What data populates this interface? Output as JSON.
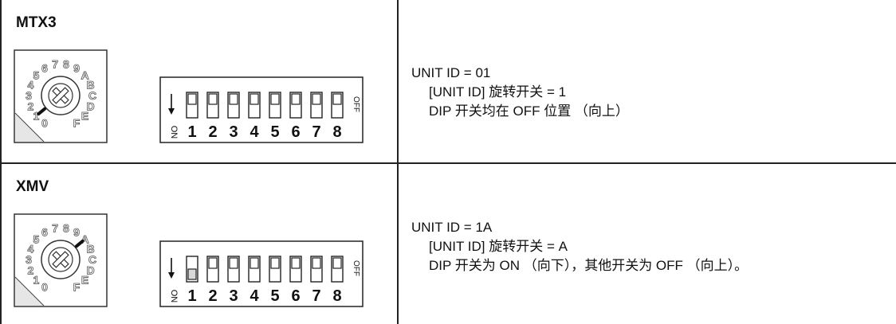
{
  "rows": [
    {
      "device": "MTX3",
      "rotary": {
        "dial_digits": [
          "0",
          "1",
          "2",
          "3",
          "4",
          "5",
          "6",
          "7",
          "8",
          "9",
          "A",
          "B",
          "C",
          "D",
          "E",
          "F"
        ],
        "selected": "1"
      },
      "dip": {
        "numbers": [
          "1",
          "2",
          "3",
          "4",
          "5",
          "6",
          "7",
          "8"
        ],
        "on_label": "ON",
        "off_label": "OFF",
        "switches_on": [
          false,
          false,
          false,
          false,
          false,
          false,
          false,
          false
        ]
      },
      "unit_id_line": "UNIT ID = 01",
      "rotary_line": "[UNIT ID] 旋转开关 = 1",
      "dip_line": "DIP 开关均在 OFF 位置 （向上）"
    },
    {
      "device": "XMV",
      "rotary": {
        "dial_digits": [
          "0",
          "1",
          "2",
          "3",
          "4",
          "5",
          "6",
          "7",
          "8",
          "9",
          "A",
          "B",
          "C",
          "D",
          "E",
          "F"
        ],
        "selected": "A"
      },
      "dip": {
        "numbers": [
          "1",
          "2",
          "3",
          "4",
          "5",
          "6",
          "7",
          "8"
        ],
        "on_label": "ON",
        "off_label": "OFF",
        "switches_on": [
          true,
          false,
          false,
          false,
          false,
          false,
          false,
          false
        ]
      },
      "unit_id_line": "UNIT ID = 1A",
      "rotary_line": "[UNIT ID] 旋转开关 = A",
      "dip_line": "DIP 开关为 ON （向下），其他开关为 OFF （向上）。"
    }
  ]
}
